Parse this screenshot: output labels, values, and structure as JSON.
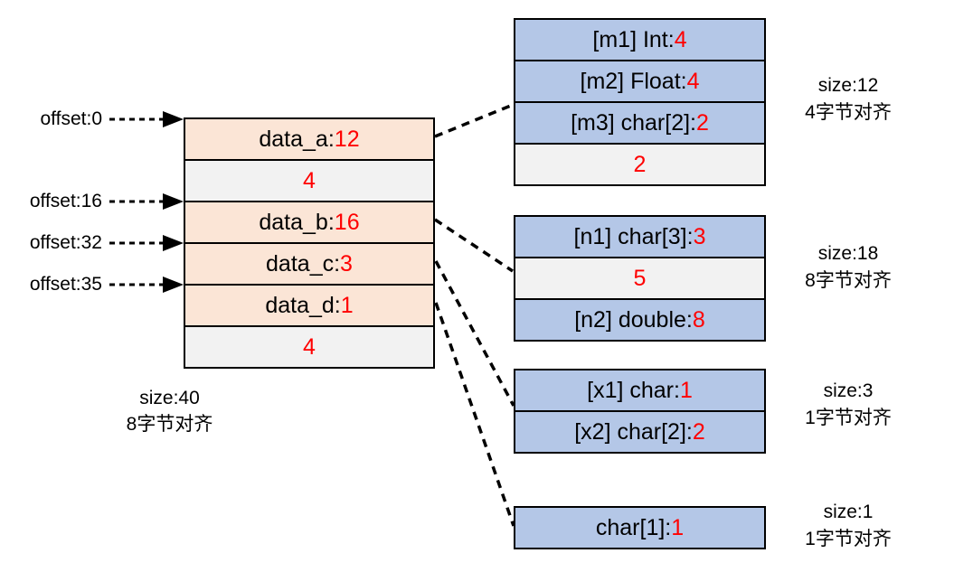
{
  "colors": {
    "field_fill": "#FBE5D6",
    "padding_fill": "#F2F2F2",
    "member_fill": "#B4C7E7",
    "border": "#000000",
    "number_text": "#FF0000",
    "label_text": "#000000"
  },
  "main_struct": {
    "rows": [
      {
        "name": "data_a:",
        "size": "12",
        "kind": "field"
      },
      {
        "name": "",
        "size": "4",
        "kind": "padding"
      },
      {
        "name": "data_b:",
        "size": "16",
        "kind": "field"
      },
      {
        "name": "data_c:",
        "size": "3",
        "kind": "field"
      },
      {
        "name": "data_d:",
        "size": "1",
        "kind": "field"
      },
      {
        "name": "",
        "size": "4",
        "kind": "padding"
      }
    ],
    "size_label": "size:40",
    "align_label": "8字节对齐"
  },
  "offsets": [
    {
      "label": "offset:0"
    },
    {
      "label": "offset:16"
    },
    {
      "label": "offset:32"
    },
    {
      "label": "offset:35"
    }
  ],
  "sub_structs": [
    {
      "rows": [
        {
          "name": "[m1] Int:",
          "size": "4",
          "kind": "member"
        },
        {
          "name": "[m2] Float:",
          "size": "4",
          "kind": "member"
        },
        {
          "name": "[m3] char[2]:",
          "size": "2",
          "kind": "member"
        },
        {
          "name": "",
          "size": "2",
          "kind": "padding"
        }
      ],
      "size_label": "size:12",
      "align_label": "4字节对齐"
    },
    {
      "rows": [
        {
          "name": "[n1] char[3]:",
          "size": "3",
          "kind": "member"
        },
        {
          "name": "",
          "size": "5",
          "kind": "padding"
        },
        {
          "name": "[n2] double:",
          "size": "8",
          "kind": "member"
        }
      ],
      "size_label": "size:18",
      "align_label": "8字节对齐"
    },
    {
      "rows": [
        {
          "name": "[x1] char:",
          "size": "1",
          "kind": "member"
        },
        {
          "name": "[x2] char[2]:",
          "size": "2",
          "kind": "member"
        }
      ],
      "size_label": "size:3",
      "align_label": "1字节对齐"
    },
    {
      "rows": [
        {
          "name": "char[1]:",
          "size": "1",
          "kind": "member"
        }
      ],
      "size_label": "size:1",
      "align_label": "1字节对齐"
    }
  ]
}
